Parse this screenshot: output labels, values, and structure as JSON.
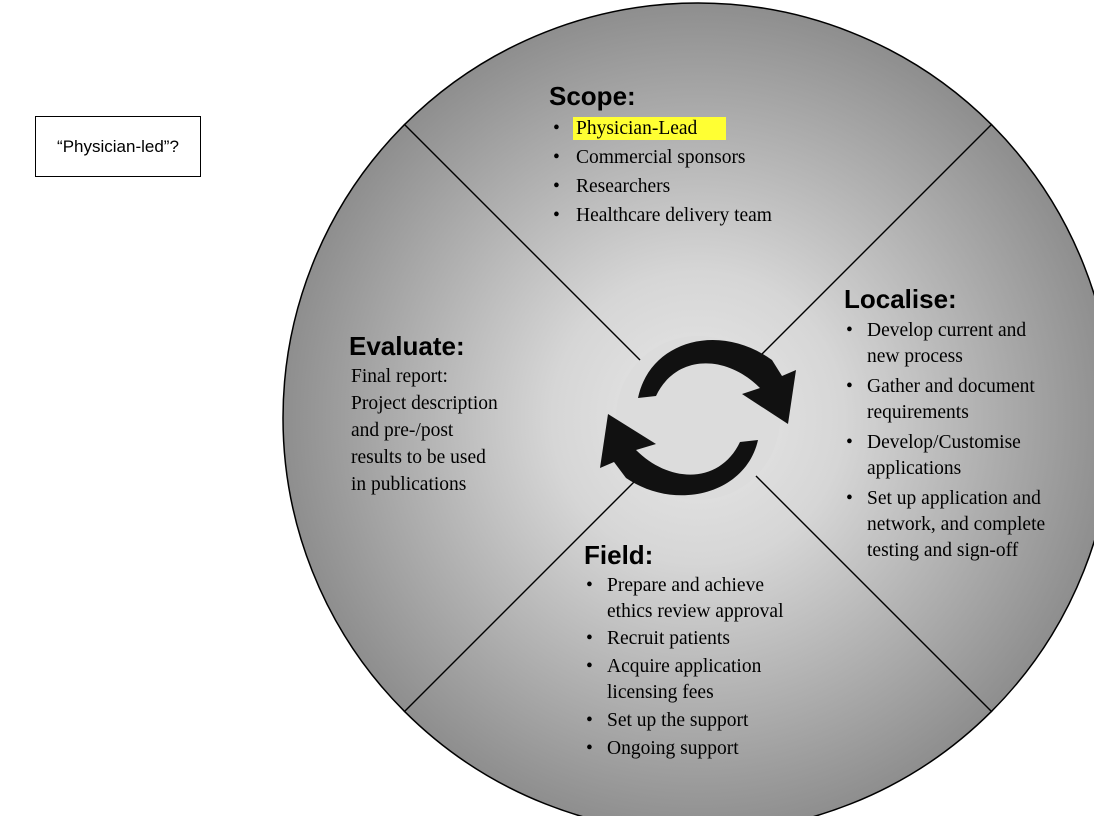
{
  "comment": {
    "text": "“Physician-led”?"
  },
  "sections": {
    "scope": {
      "heading": "Scope:",
      "bullets": [
        "Physician-Lead",
        "Commercial sponsors",
        "Researchers",
        "Healthcare delivery team"
      ],
      "highlight_color": "#ffff33"
    },
    "localise": {
      "heading": "Localise:",
      "bullets": [
        [
          "Develop current and",
          "new process"
        ],
        [
          "Gather and document",
          "requirements"
        ],
        [
          "Develop/Customise",
          "applications"
        ],
        [
          "Set up application and",
          "network, and complete",
          "testing and sign-off"
        ]
      ]
    },
    "field": {
      "heading": "Field:",
      "bullets": [
        [
          "Prepare and achieve",
          "ethics review approval"
        ],
        [
          "Recruit patients"
        ],
        [
          "Acquire application",
          "licensing fees"
        ],
        [
          "Set up the support"
        ],
        [
          "Ongoing support"
        ]
      ]
    },
    "evaluate": {
      "heading": "Evaluate:",
      "lines": [
        "Final report:",
        "Project description",
        "and pre-/post",
        "results to be used",
        "in publications"
      ]
    }
  },
  "colors": {
    "wheel_center": "#e8e8e8",
    "wheel_edge": "#8e8e8e",
    "cycle_arrows": "#111111"
  },
  "icons": {
    "center": "cycle-arrows-icon"
  }
}
